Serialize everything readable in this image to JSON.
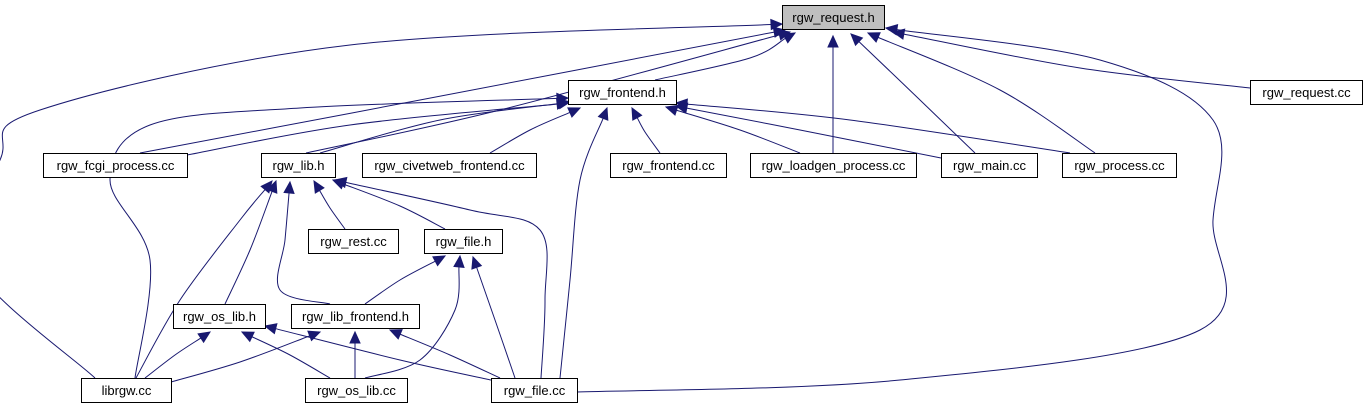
{
  "graph": {
    "root": "rgw_request.h",
    "colors": {
      "edge": "#191970",
      "root_fill": "#bfbfbf",
      "node_fill": "#ffffff",
      "border": "#000000"
    },
    "nodes": [
      {
        "id": "rgw_request_h",
        "label": "rgw_request.h",
        "root": true
      },
      {
        "id": "rgw_frontend_h",
        "label": "rgw_frontend.h"
      },
      {
        "id": "rgw_request_cc",
        "label": "rgw_request.cc"
      },
      {
        "id": "rgw_fcgi_process_cc",
        "label": "rgw_fcgi_process.cc"
      },
      {
        "id": "rgw_lib_h",
        "label": "rgw_lib.h"
      },
      {
        "id": "rgw_civetweb_frontend_cc",
        "label": "rgw_civetweb_frontend.cc"
      },
      {
        "id": "rgw_frontend_cc",
        "label": "rgw_frontend.cc"
      },
      {
        "id": "rgw_loadgen_process_cc",
        "label": "rgw_loadgen_process.cc"
      },
      {
        "id": "rgw_main_cc",
        "label": "rgw_main.cc"
      },
      {
        "id": "rgw_process_cc",
        "label": "rgw_process.cc"
      },
      {
        "id": "rgw_rest_cc",
        "label": "rgw_rest.cc"
      },
      {
        "id": "rgw_file_h",
        "label": "rgw_file.h"
      },
      {
        "id": "rgw_os_lib_h",
        "label": "rgw_os_lib.h"
      },
      {
        "id": "rgw_lib_frontend_h",
        "label": "rgw_lib_frontend.h"
      },
      {
        "id": "librgw_cc",
        "label": "librgw.cc"
      },
      {
        "id": "rgw_os_lib_cc",
        "label": "rgw_os_lib.cc"
      },
      {
        "id": "rgw_file_cc",
        "label": "rgw_file.cc"
      }
    ],
    "edges": [
      {
        "from": "rgw_frontend_h",
        "to": "rgw_request_h"
      },
      {
        "from": "rgw_request_cc",
        "to": "rgw_request_h"
      },
      {
        "from": "rgw_fcgi_process_cc",
        "to": "rgw_request_h"
      },
      {
        "from": "rgw_lib_h",
        "to": "rgw_request_h"
      },
      {
        "from": "librgw_cc",
        "to": "rgw_request_h"
      },
      {
        "from": "rgw_loadgen_process_cc",
        "to": "rgw_request_h"
      },
      {
        "from": "rgw_main_cc",
        "to": "rgw_request_h"
      },
      {
        "from": "rgw_process_cc",
        "to": "rgw_request_h"
      },
      {
        "from": "rgw_file_cc",
        "to": "rgw_request_h"
      },
      {
        "from": "rgw_fcgi_process_cc",
        "to": "rgw_frontend_h"
      },
      {
        "from": "rgw_lib_h",
        "to": "rgw_frontend_h"
      },
      {
        "from": "rgw_civetweb_frontend_cc",
        "to": "rgw_frontend_h"
      },
      {
        "from": "rgw_frontend_cc",
        "to": "rgw_frontend_h"
      },
      {
        "from": "rgw_loadgen_process_cc",
        "to": "rgw_frontend_h"
      },
      {
        "from": "rgw_main_cc",
        "to": "rgw_frontend_h"
      },
      {
        "from": "rgw_process_cc",
        "to": "rgw_frontend_h"
      },
      {
        "from": "librgw_cc",
        "to": "rgw_frontend_h"
      },
      {
        "from": "rgw_file_cc",
        "to": "rgw_frontend_h"
      },
      {
        "from": "rgw_rest_cc",
        "to": "rgw_lib_h"
      },
      {
        "from": "rgw_file_h",
        "to": "rgw_lib_h"
      },
      {
        "from": "rgw_os_lib_h",
        "to": "rgw_lib_h"
      },
      {
        "from": "rgw_lib_frontend_h",
        "to": "rgw_lib_h"
      },
      {
        "from": "librgw_cc",
        "to": "rgw_lib_h"
      },
      {
        "from": "rgw_file_cc",
        "to": "rgw_lib_h"
      },
      {
        "from": "rgw_lib_frontend_h",
        "to": "rgw_file_h"
      },
      {
        "from": "rgw_os_lib_cc",
        "to": "rgw_file_h"
      },
      {
        "from": "rgw_file_cc",
        "to": "rgw_file_h"
      },
      {
        "from": "librgw_cc",
        "to": "rgw_os_lib_h"
      },
      {
        "from": "rgw_os_lib_cc",
        "to": "rgw_os_lib_h"
      },
      {
        "from": "rgw_file_cc",
        "to": "rgw_os_lib_h"
      },
      {
        "from": "librgw_cc",
        "to": "rgw_lib_frontend_h"
      },
      {
        "from": "rgw_os_lib_cc",
        "to": "rgw_lib_frontend_h"
      },
      {
        "from": "rgw_file_cc",
        "to": "rgw_lib_frontend_h"
      }
    ]
  }
}
